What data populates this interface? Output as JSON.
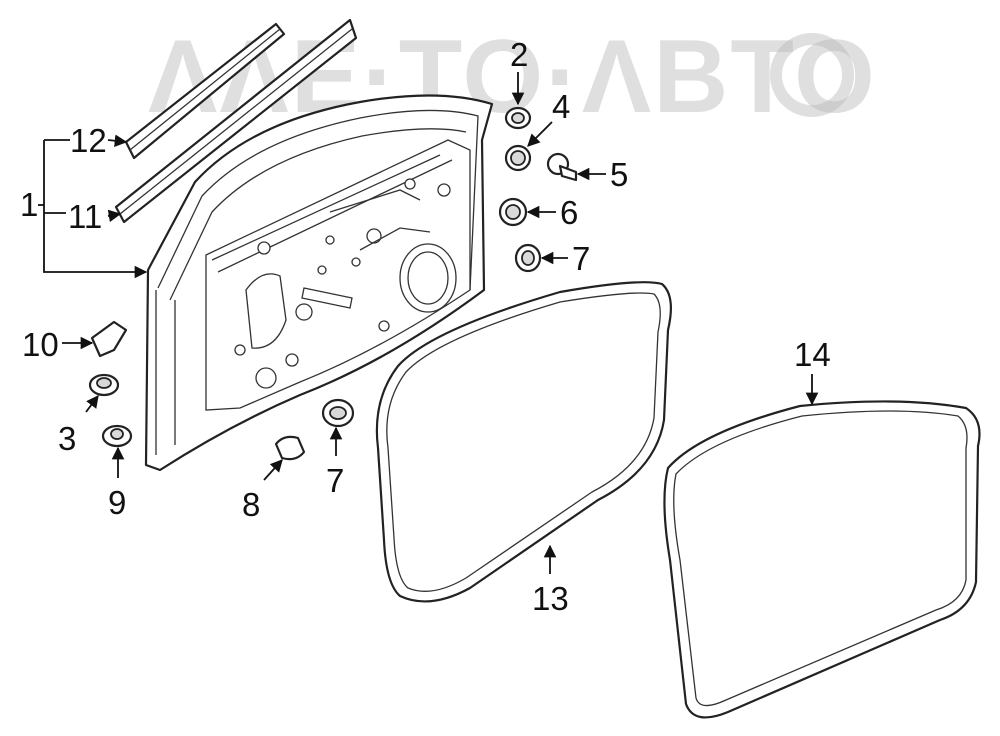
{
  "watermark": {
    "text": "ΛΛΕ·ΤΟ·ΛΒΤΟ"
  },
  "callouts": [
    {
      "id": "c1",
      "text": "1"
    },
    {
      "id": "c2",
      "text": "2"
    },
    {
      "id": "c3",
      "text": "3"
    },
    {
      "id": "c4",
      "text": "4"
    },
    {
      "id": "c5",
      "text": "5"
    },
    {
      "id": "c6",
      "text": "6"
    },
    {
      "id": "c7a",
      "text": "7"
    },
    {
      "id": "c7b",
      "text": "7"
    },
    {
      "id": "c8",
      "text": "8"
    },
    {
      "id": "c9",
      "text": "9"
    },
    {
      "id": "c10",
      "text": "10"
    },
    {
      "id": "c11",
      "text": "11"
    },
    {
      "id": "c12",
      "text": "12"
    },
    {
      "id": "c13",
      "text": "13"
    },
    {
      "id": "c14",
      "text": "14"
    }
  ],
  "colors": {
    "line": "#222222",
    "background": "#ffffff",
    "watermark": "#b9b9b9"
  }
}
